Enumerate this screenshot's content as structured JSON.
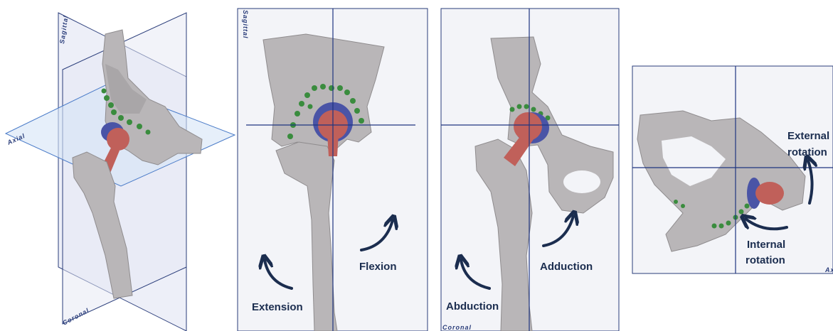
{
  "colors": {
    "bone": "#b9b6b8",
    "bone_shadow": "#8f8c8e",
    "acetabulum": "#4a54a6",
    "femoral_head": "#c0605a",
    "labrum_beads": "#3a8c3e",
    "plane_line": "#2a3d7a",
    "panel_bg": "#f3f4f8",
    "arrow": "#1b2d4f"
  },
  "panel_iso": {
    "plane_labels": {
      "sagittal": "Sagittal",
      "axial": "Axial",
      "coronal": "Coronal"
    }
  },
  "panel_sagittal": {
    "plane_label": "Sagittal",
    "motions": {
      "flexion": "Flexion",
      "extension": "Extension"
    }
  },
  "panel_coronal": {
    "plane_label": "Coronal",
    "motions": {
      "adduction": "Adduction",
      "abduction": "Abduction"
    }
  },
  "panel_axial": {
    "plane_label": "Axial",
    "motions": {
      "external_line1": "External",
      "external_line2": "rotation",
      "internal_line1": "Internal",
      "internal_line2": "rotation"
    }
  }
}
